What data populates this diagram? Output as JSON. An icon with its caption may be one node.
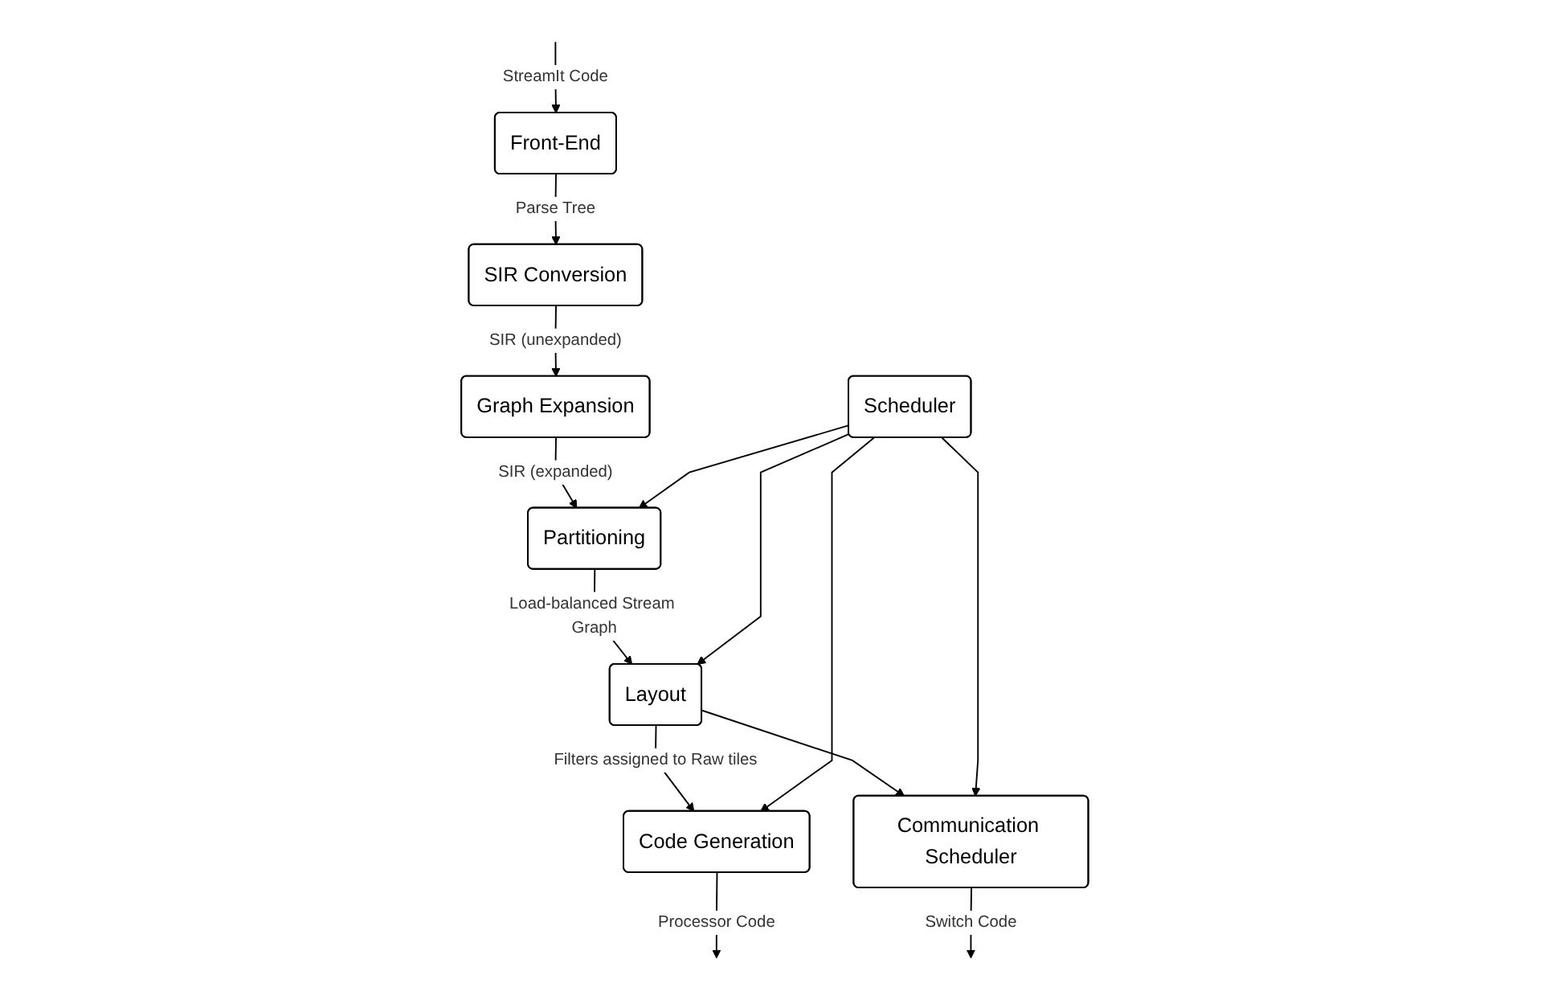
{
  "diagram": {
    "nodes": [
      {
        "text": [
          "Front-End"
        ]
      },
      {
        "text": [
          "SIR Conversion"
        ]
      },
      {
        "text": [
          "Graph Expansion"
        ]
      },
      {
        "text": [
          "Scheduler"
        ]
      },
      {
        "text": [
          "Partitioning"
        ]
      },
      {
        "text": [
          "Layout"
        ]
      },
      {
        "text": [
          "Code Generation"
        ]
      },
      {
        "text": [
          "Communication Scheduler"
        ]
      }
    ],
    "edges": [
      {
        "from": null,
        "to": 0,
        "arrow": "to",
        "label": "StreamIt Code"
      },
      {
        "from": 0,
        "to": 1,
        "arrow": "to",
        "label": "Parse Tree"
      },
      {
        "from": 1,
        "to": 2,
        "arrow": "to",
        "label": "SIR (unexpanded)"
      },
      {
        "from": 2,
        "to": 4,
        "arrow": "to",
        "label": "SIR (expanded)"
      },
      {
        "from": 4,
        "to": 5,
        "arrow": "to",
        "label": "Load-balanced Stream Graph"
      },
      {
        "from": 5,
        "to": 6,
        "arrow": "to",
        "label": "Filters assigned to Raw tiles"
      },
      {
        "from": 5,
        "to": 7,
        "arrow": "to"
      },
      {
        "from": 3,
        "to": 4,
        "arrow": "to"
      },
      {
        "from": 3,
        "to": 5,
        "arrow": "to"
      },
      {
        "from": 3,
        "to": 6,
        "arrow": "to"
      },
      {
        "from": 3,
        "to": 7,
        "arrow": "to"
      },
      {
        "from": 6,
        "to": null,
        "arrow": "to",
        "label": "Processor Code"
      },
      {
        "from": 7,
        "to": null,
        "arrow": "to",
        "label": "Switch Code"
      }
    ]
  }
}
